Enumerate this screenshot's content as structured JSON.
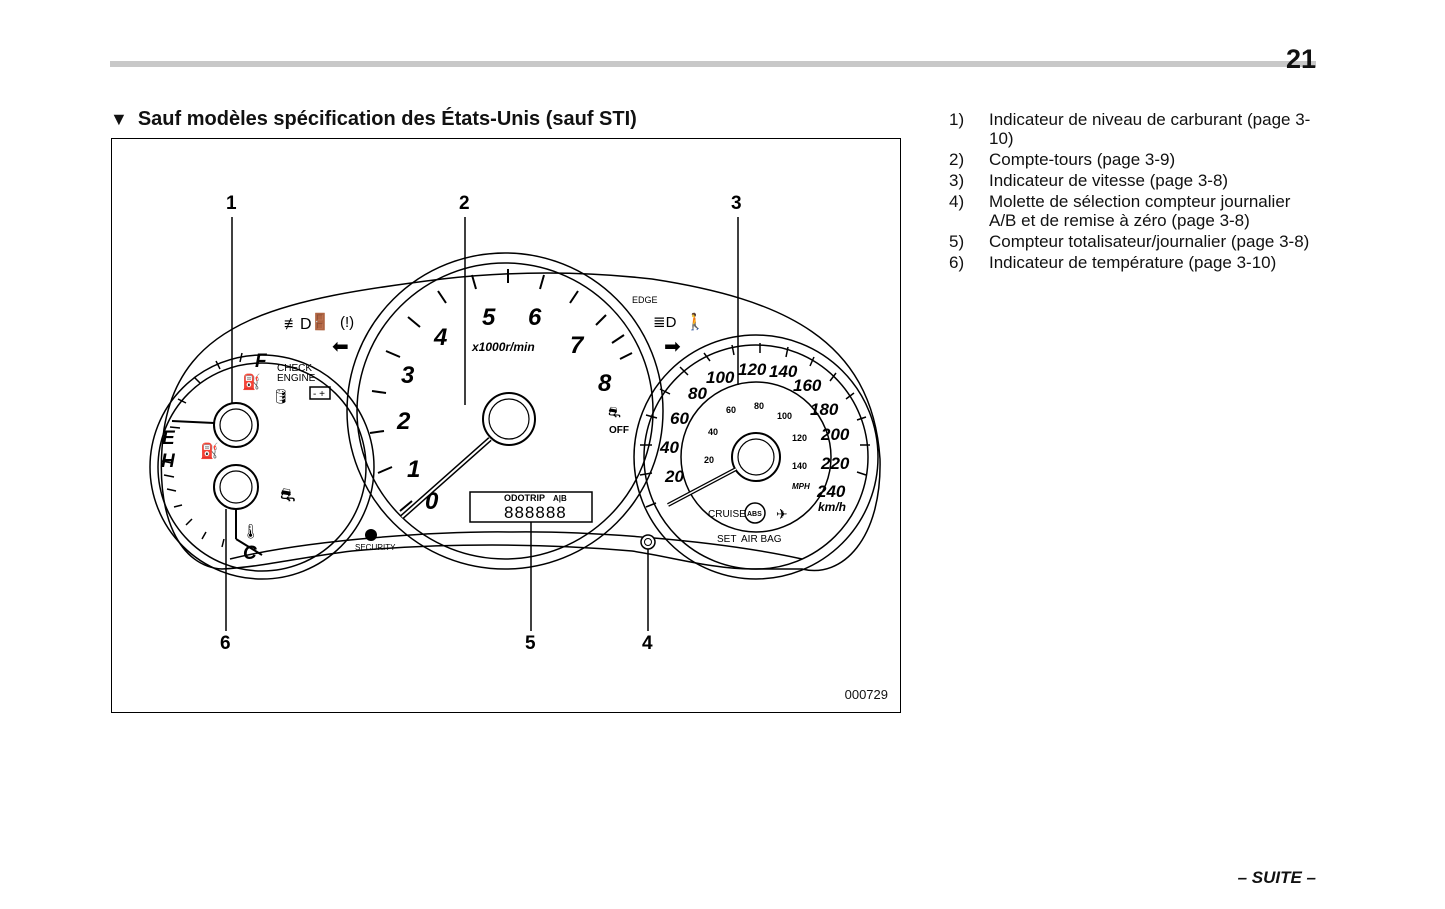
{
  "page": {
    "number": "21",
    "section_title": "Sauf modèles spécification des États-Unis (sauf STI)",
    "figure_code": "000729",
    "footer": "– SUITE –"
  },
  "callouts": [
    "1",
    "2",
    "3",
    "4",
    "5",
    "6"
  ],
  "legend": [
    {
      "num": "1)",
      "text": "Indicateur de niveau de carburant (page 3-10)"
    },
    {
      "num": "2)",
      "text": "Compte-tours (page 3-9)"
    },
    {
      "num": "3)",
      "text": "Indicateur de vitesse (page 3-8)"
    },
    {
      "num": "4)",
      "text": "Molette de sélection compteur journalier A/B et de remise à zéro (page 3-8)"
    },
    {
      "num": "5)",
      "text": "Compteur totalisateur/journalier (page 3-8)"
    },
    {
      "num": "6)",
      "text": "Indicateur de température (page 3-10)"
    }
  ],
  "cluster": {
    "fuel_full": "F",
    "fuel_empty": "E",
    "temp_hot": "H",
    "temp_cold": "C",
    "check_engine_1": "CHECK",
    "check_engine_2": "ENGINE",
    "security": "SECURITY",
    "tach_unit": "x1000r/min",
    "tach_labels": [
      "0",
      "1",
      "2",
      "3",
      "4",
      "5",
      "6",
      "7",
      "8"
    ],
    "odo_label": "ODOTRIP",
    "odo_ab": "A|B",
    "odo_digits": "888888",
    "edge": "EDGE",
    "off": "OFF",
    "speed_kmh_labels": [
      "20",
      "40",
      "60",
      "80",
      "100",
      "120",
      "140",
      "160",
      "180",
      "200",
      "220",
      "240"
    ],
    "speed_unit": "km/h",
    "speed_mph_labels": [
      "20",
      "40",
      "60",
      "80",
      "100",
      "120",
      "140"
    ],
    "mph_unit": "MPH",
    "abs": "ABS",
    "cruise": "CRUISE",
    "set": "SET",
    "airbag": "AIR BAG"
  }
}
